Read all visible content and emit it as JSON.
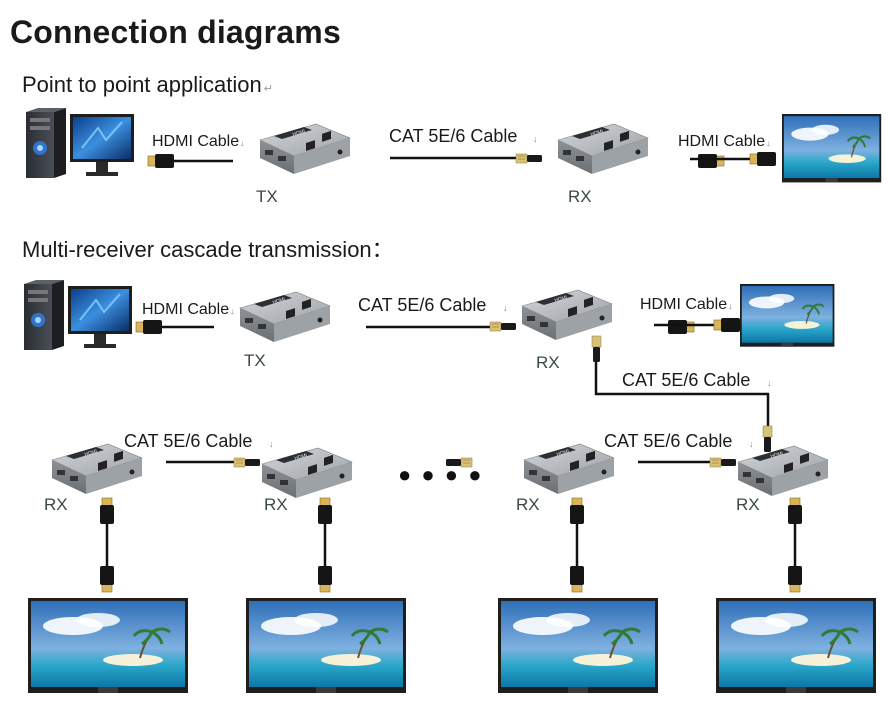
{
  "header": {
    "title": "Connection diagrams"
  },
  "sections": {
    "p2p_title": "Point to point application",
    "cascade_title": "Multi-receiver cascade transmission："
  },
  "p2p": {
    "hdmi_in": "HDMI Cable",
    "cat": "CAT 5E/6 Cable",
    "hdmi_out": "HDMI Cable",
    "tx": "TX",
    "rx": "RX"
  },
  "cascade": {
    "hdmi_in": "HDMI Cable",
    "cat_main": "CAT 5E/6 Cable",
    "hdmi_out": "HDMI Cable",
    "tx": "TX",
    "rx_main": "RX",
    "cat_drop": "CAT 5E/6 Cable",
    "cat_left": "CAT 5E/6 Cable",
    "cat_right": "CAT 5E/6 Cable",
    "rx_labels": [
      "RX",
      "RX",
      "RX",
      "RX"
    ],
    "ellipsis": "● ● ● ●"
  },
  "marks": {
    "return": "↵",
    "cable_end": "↓"
  },
  "colors": {
    "text": "#1a1a1a",
    "device_label": "#3a4a42",
    "device_body": "#b9bdc1",
    "cable": "#111111",
    "connector_gold": "#d9b45a",
    "sky": "#4a86c8",
    "monitor_frame": "#1e1e1e"
  },
  "icons": [
    "pc-tower-icon",
    "monitor-icon",
    "tv-icon",
    "extender-box-icon",
    "hdmi-connector-icon",
    "rj45-connector-icon"
  ]
}
